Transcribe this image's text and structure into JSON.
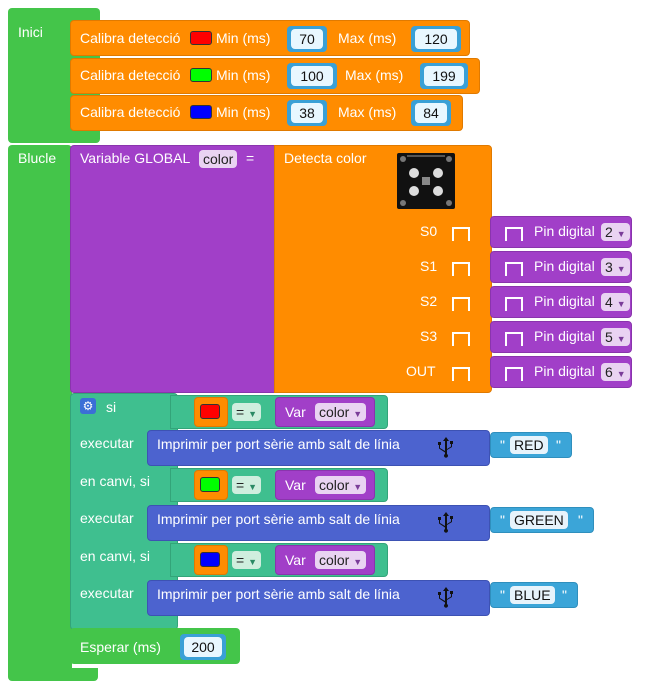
{
  "inici": {
    "label": "Inici",
    "calibrations": [
      {
        "text": "Calibra detecció",
        "color": "#ff0000",
        "min_label": "Min (ms)",
        "min": "70",
        "max_label": "Max (ms)",
        "max": "120"
      },
      {
        "text": "Calibra detecció",
        "color": "#00ff00",
        "min_label": "Min (ms)",
        "min": "100",
        "max_label": "Max (ms)",
        "max": "199"
      },
      {
        "text": "Calibra detecció",
        "color": "#0000ff",
        "min_label": "Min (ms)",
        "min": "38",
        "max_label": "Max (ms)",
        "max": "84"
      }
    ]
  },
  "blucle": {
    "label": "Blucle",
    "variable": {
      "text": "Variable GLOBAL",
      "name": "color",
      "eq": "="
    },
    "detect": {
      "text": "Detecta color",
      "pins": [
        {
          "label": "S0",
          "pin_label": "Pin digital",
          "value": "2"
        },
        {
          "label": "S1",
          "pin_label": "Pin digital",
          "value": "3"
        },
        {
          "label": "S2",
          "pin_label": "Pin digital",
          "value": "4"
        },
        {
          "label": "S3",
          "pin_label": "Pin digital",
          "value": "5"
        },
        {
          "label": "OUT",
          "pin_label": "Pin digital",
          "value": "6"
        }
      ]
    },
    "if_block": {
      "si": "si",
      "executar": "executar",
      "elseif": "en canvi, si",
      "branches": [
        {
          "color": "#ff0000",
          "op": "=",
          "var_label": "Var",
          "var": "color",
          "print": "Imprimir per port sèrie amb salt de línia",
          "string": "RED"
        },
        {
          "color": "#00ff00",
          "op": "=",
          "var_label": "Var",
          "var": "color",
          "print": "Imprimir per port sèrie amb salt de línia",
          "string": "GREEN"
        },
        {
          "color": "#0000ff",
          "op": "=",
          "var_label": "Var",
          "var": "color",
          "print": "Imprimir per port sèrie amb salt de línia",
          "string": "BLUE"
        }
      ]
    },
    "wait": {
      "text": "Esperar (ms)",
      "value": "200"
    }
  },
  "icons": {
    "usb": "usb-icon",
    "gear": "gear-icon",
    "dropdown": "dropdown-arrow-icon",
    "sensor": "color-sensor-icon"
  }
}
